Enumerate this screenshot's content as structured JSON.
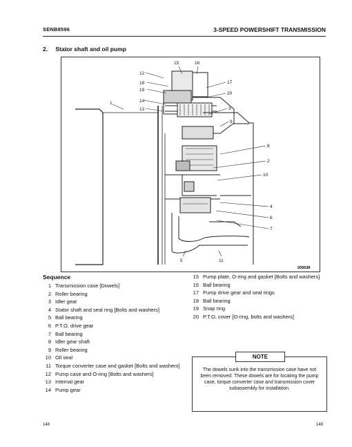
{
  "header": {
    "doc_code": "SENB8596",
    "title": "3-SPEED POWERSHIFT TRANSMISSION"
  },
  "section": {
    "number": "2.",
    "title": "Stator shaft and oil pump"
  },
  "figure": {
    "id": "205638",
    "callouts": [
      "1",
      "2",
      "3",
      "4",
      "5",
      "6",
      "7",
      "8",
      "9",
      "10",
      "11",
      "12",
      "13",
      "14",
      "15",
      "16",
      "17",
      "18",
      "19",
      "20"
    ]
  },
  "sequence": {
    "heading": "Sequence",
    "items": [
      {
        "n": "1",
        "text": "Transmission case [Dowels]"
      },
      {
        "n": "2",
        "text": "Roller bearing"
      },
      {
        "n": "3",
        "text": "Idler gear"
      },
      {
        "n": "4",
        "text": "Stator shaft and seal ring [Bolts and washers]"
      },
      {
        "n": "5",
        "text": "Ball bearing"
      },
      {
        "n": "6",
        "text": "P.T.O. drive gear"
      },
      {
        "n": "7",
        "text": "Ball bearing"
      },
      {
        "n": "8",
        "text": "Idler gear shaft"
      },
      {
        "n": "9",
        "text": "Roller bearing"
      },
      {
        "n": "10",
        "text": "Oil seal"
      },
      {
        "n": "11",
        "text": "Torque converter case and gasket [Bolts and washers]"
      },
      {
        "n": "12",
        "text": "Pump case and O-ring [Bolts and washers]"
      },
      {
        "n": "13",
        "text": "Internal gear"
      },
      {
        "n": "14",
        "text": "Pump gear"
      },
      {
        "n": "15",
        "text": "Pump plate, O-ring and gasket [Bolts and washers]"
      },
      {
        "n": "16",
        "text": "Ball bearing"
      },
      {
        "n": "17",
        "text": "Pump drive gear and seal rings"
      },
      {
        "n": "18",
        "text": "Ball bearing"
      },
      {
        "n": "19",
        "text": "Snap ring"
      },
      {
        "n": "20",
        "text": "P.T.O. cover [O-ring, bolts and washers]"
      }
    ]
  },
  "note": {
    "label": "NOTE",
    "text": "The dowels sunk into the transmission case have not been removed. These dowels are for locating the pump case, torque converter case and transmission cover subassembly for installation."
  },
  "footer": {
    "page_left": "148",
    "page_right": "148"
  }
}
